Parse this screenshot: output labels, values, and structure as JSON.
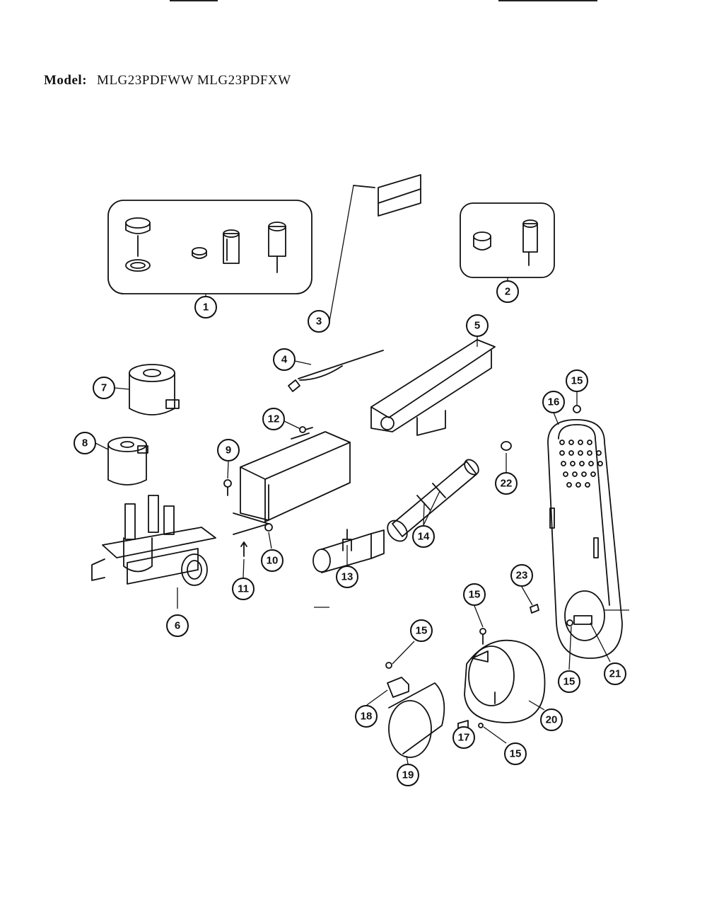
{
  "header": {
    "model_label": "Model:",
    "model_value": "MLG23PDFWW MLG23PDFXW"
  },
  "callouts": [
    {
      "id": "c1",
      "label": "1"
    },
    {
      "id": "c2",
      "label": "2"
    },
    {
      "id": "c3",
      "label": "3"
    },
    {
      "id": "c4",
      "label": "4"
    },
    {
      "id": "c5",
      "label": "5"
    },
    {
      "id": "c6",
      "label": "6"
    },
    {
      "id": "c7",
      "label": "7"
    },
    {
      "id": "c8",
      "label": "8"
    },
    {
      "id": "c9",
      "label": "9"
    },
    {
      "id": "c10",
      "label": "10"
    },
    {
      "id": "c11",
      "label": "11"
    },
    {
      "id": "c12",
      "label": "12"
    },
    {
      "id": "c13",
      "label": "13"
    },
    {
      "id": "c14",
      "label": "14"
    },
    {
      "id": "c15a",
      "label": "15"
    },
    {
      "id": "c16",
      "label": "16"
    },
    {
      "id": "c22",
      "label": "22"
    },
    {
      "id": "c23",
      "label": "23"
    },
    {
      "id": "c15b",
      "label": "15"
    },
    {
      "id": "c15c",
      "label": "15"
    },
    {
      "id": "c15d",
      "label": "15"
    },
    {
      "id": "c15e",
      "label": "15"
    },
    {
      "id": "c17",
      "label": "17"
    },
    {
      "id": "c18",
      "label": "18"
    },
    {
      "id": "c19",
      "label": "19"
    },
    {
      "id": "c20",
      "label": "20"
    },
    {
      "id": "c21",
      "label": "21"
    }
  ]
}
